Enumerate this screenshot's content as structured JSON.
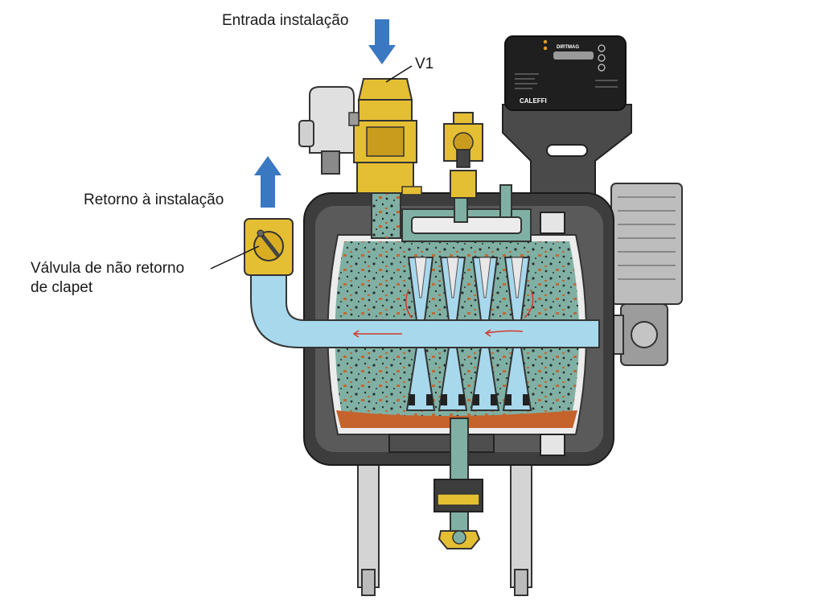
{
  "labels": {
    "inlet": "Entrada instalação",
    "v1": "V1",
    "return": "Retorno à instalação",
    "valve_line1": "Válvula de não retorno",
    "valve_line2": "de clapet"
  },
  "controller": {
    "brand_model": "DIRTMAG",
    "logo": "CALEFFI"
  },
  "colors": {
    "arrow": "#3a78c2",
    "water": "#a8d8ec",
    "sludge_water": "#7fb0a3",
    "brass": "#e4bf33",
    "body_dark": "#3d3d3d",
    "sediment": "#c6622b"
  }
}
